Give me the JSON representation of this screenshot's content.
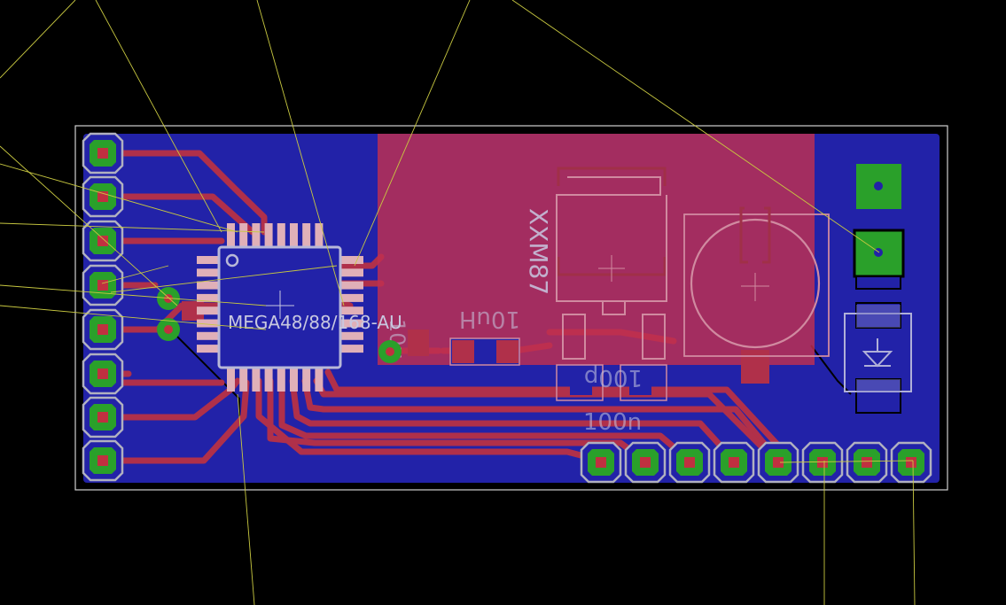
{
  "view": {
    "background": "#000000",
    "board_outline_color": "#d0d0d0"
  },
  "colors": {
    "copper_bottom": "#2222a8",
    "trace_top": "#b0304a",
    "pad_green": "#2aa02a",
    "pad_drill": "#c03040",
    "pad_ring": "#b0b0c0",
    "silkscreen": "#c8c8e0",
    "ratsnest": "#c8c840",
    "polygon_top": "#c03050"
  },
  "labels": {
    "ic_name": "MEGA48/88/168-AU",
    "regulator_name": "XXM87",
    "inductor_value": "10uH",
    "cap_a_value": "100p",
    "cap_b_value": "100n",
    "cap_c_value": "10u"
  },
  "icons": {
    "ic_pin1": "circle-mark-icon",
    "diode": "diode-symbol-icon",
    "origin": "crosshair-icon"
  }
}
